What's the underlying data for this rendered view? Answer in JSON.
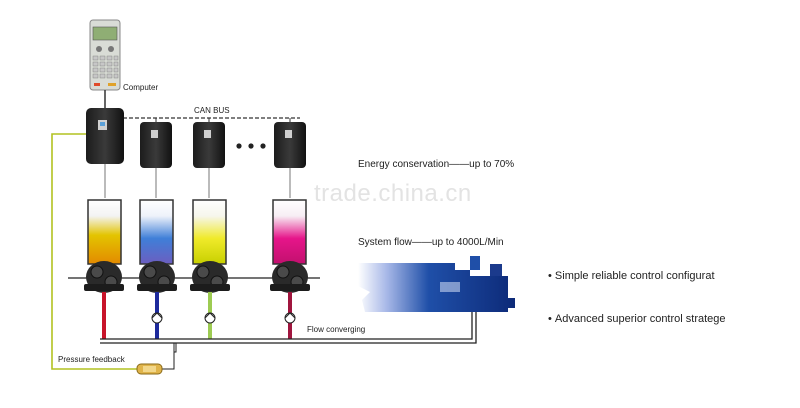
{
  "labels": {
    "computer": "Computer",
    "can_bus": "CAN BUS",
    "flow_converging": "Flow converging",
    "pressure_feedback": "Pressure feedback"
  },
  "notes": {
    "energy": "Energy conservation——up to 70%",
    "system_flow": "System flow——up to 4000L/Min"
  },
  "bullets": [
    "Simple  reliable control configurat",
    "Advanced  superior control stratege"
  ],
  "watermark": "trade.china.cn",
  "colors": {
    "tank_1": "#e3c400",
    "tank_2": "#3f7fd8",
    "tank_3": "#e8e22a",
    "tank_4": "#e6158a",
    "line_1": "#c8142a",
    "line_2": "#1d2a9c",
    "line_3": "#9dcb52",
    "line_4": "#a0153e",
    "feedback_line": "#b2c221",
    "machine": "#1b3a8c"
  }
}
